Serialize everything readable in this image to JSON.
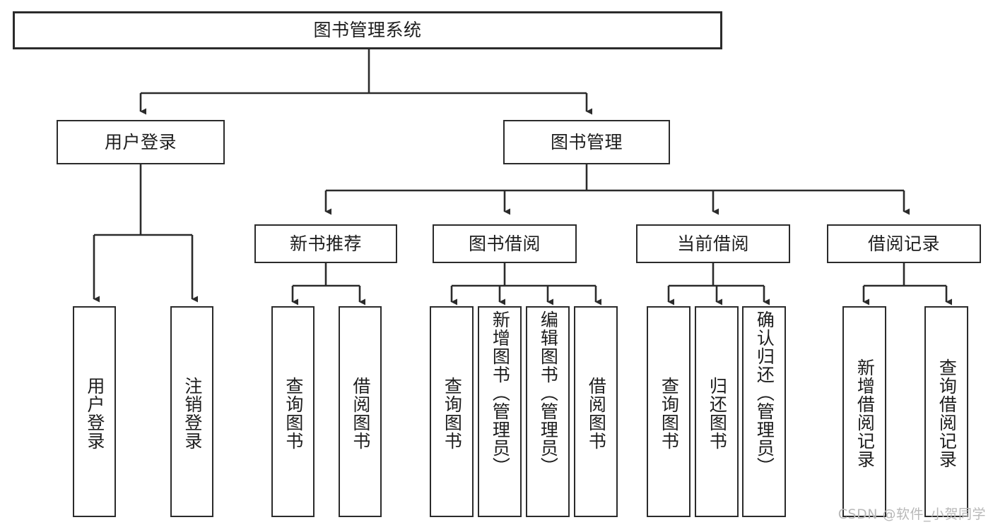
{
  "diagram": {
    "title": "图书管理系统",
    "type": "functional-structure-tree",
    "watermark": "CSDN @软件_小贺同学",
    "colors": {
      "background": "#ffffff",
      "border": "#2b2b2b",
      "text": "#1d1d1d",
      "watermark": "#b8b8b8"
    },
    "levels": {
      "root": {
        "label": "图书管理系统"
      },
      "level2": [
        {
          "id": "user-login",
          "label": "用户登录"
        },
        {
          "id": "book-manage",
          "label": "图书管理"
        }
      ],
      "level3": [
        {
          "id": "new-book-recommend",
          "label": "新书推荐",
          "parent": "book-manage"
        },
        {
          "id": "book-borrow",
          "label": "图书借阅",
          "parent": "book-manage"
        },
        {
          "id": "current-borrow",
          "label": "当前借阅",
          "parent": "book-manage"
        },
        {
          "id": "borrow-record",
          "label": "借阅记录",
          "parent": "book-manage"
        }
      ],
      "leaves": [
        {
          "id": "leaf-user-login",
          "label": "用户登录",
          "parent": "user-login"
        },
        {
          "id": "leaf-logout",
          "label": "注销登录",
          "parent": "user-login"
        },
        {
          "id": "leaf-query-book-1",
          "label": "查询图书",
          "parent": "new-book-recommend"
        },
        {
          "id": "leaf-borrow-book-1",
          "label": "借阅图书",
          "parent": "new-book-recommend"
        },
        {
          "id": "leaf-query-book-2",
          "label": "查询图书",
          "parent": "book-borrow"
        },
        {
          "id": "leaf-add-book",
          "label": "新增图书（管理员）",
          "parent": "book-borrow"
        },
        {
          "id": "leaf-edit-book",
          "label": "编辑图书（管理员）",
          "parent": "book-borrow"
        },
        {
          "id": "leaf-borrow-book-2",
          "label": "借阅图书",
          "parent": "book-borrow"
        },
        {
          "id": "leaf-query-book-3",
          "label": "查询图书",
          "parent": "current-borrow"
        },
        {
          "id": "leaf-return-book",
          "label": "归还图书",
          "parent": "current-borrow"
        },
        {
          "id": "leaf-confirm-return",
          "label": "确认归还（管理员）",
          "parent": "current-borrow"
        },
        {
          "id": "leaf-add-record",
          "label": "新增借阅记录",
          "parent": "borrow-record"
        },
        {
          "id": "leaf-query-record",
          "label": "查询借阅记录",
          "parent": "borrow-record"
        }
      ]
    }
  }
}
